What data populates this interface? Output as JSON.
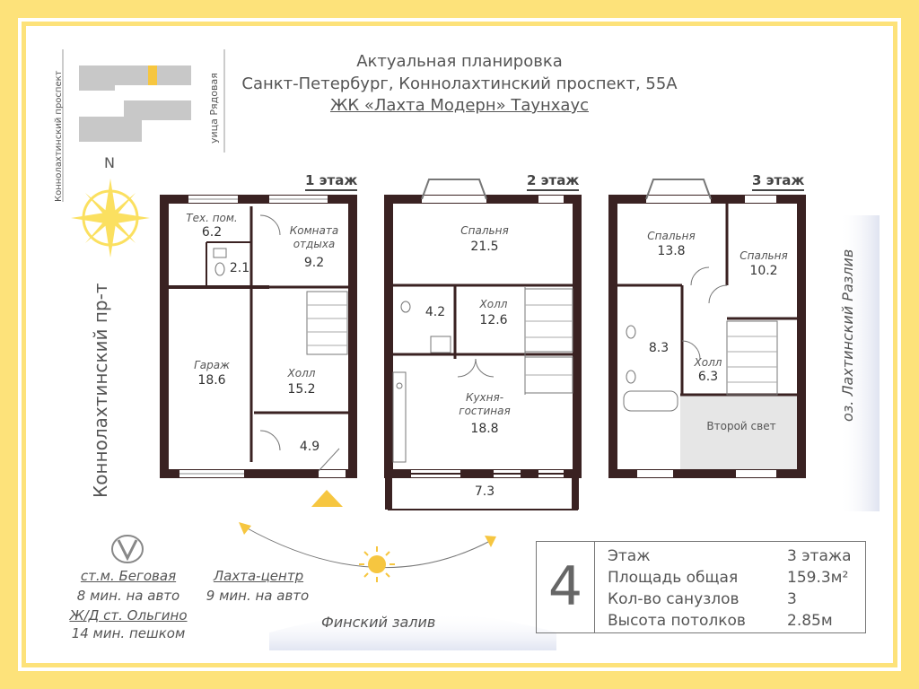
{
  "header": {
    "line1": "Актуальная планировка",
    "line2": "Санкт-Петербург, Коннолахтинский проспект, 55А",
    "line3": "ЖК «Лахта Модерн» Таунхаус"
  },
  "map": {
    "street_vertical": "Коннолахтинский проспект",
    "street_row": "уица Рядовая",
    "north": "N"
  },
  "street_big": "Коннолахтинский пр-т",
  "lake": "оз. Лахтинский Разлив",
  "gulf": "Финский залив",
  "floors": [
    {
      "label": "1 этаж",
      "rooms": [
        {
          "name": "Тех. пом.",
          "area": "6.2"
        },
        {
          "name": "",
          "area": "2.1"
        },
        {
          "name": "Комната отдыха",
          "area": "9.2"
        },
        {
          "name": "Гараж",
          "area": "18.6"
        },
        {
          "name": "Холл",
          "area": "15.2"
        },
        {
          "name": "",
          "area": "4.9"
        }
      ]
    },
    {
      "label": "2 этаж",
      "rooms": [
        {
          "name": "Спальня",
          "area": "21.5"
        },
        {
          "name": "",
          "area": "4.2"
        },
        {
          "name": "Холл",
          "area": "12.6"
        },
        {
          "name": "Кухня-гостиная",
          "area": "18.8"
        },
        {
          "name": "",
          "area": "7.3"
        }
      ]
    },
    {
      "label": "3 этаж",
      "rooms": [
        {
          "name": "Спальня",
          "area": "13.8"
        },
        {
          "name": "Спальня",
          "area": "10.2"
        },
        {
          "name": "",
          "area": "8.3"
        },
        {
          "name": "Холл",
          "area": "6.3"
        },
        {
          "name": "Второй свет",
          "area": ""
        }
      ]
    }
  ],
  "transport": {
    "metro": "ст.м. Беговая",
    "metro_time": "8 мин. на авто",
    "center": "Лахта-центр",
    "center_time": "9 мин. на авто",
    "rail": "Ж/Д ст. Ольгино",
    "rail_time": "14 мин. пешком"
  },
  "info": {
    "number": "4",
    "rows": [
      {
        "label": "Этаж",
        "value": "3 этажа"
      },
      {
        "label": "Площадь общая",
        "value": "159.3м²"
      },
      {
        "label": "Кол-во санузлов",
        "value": "3"
      },
      {
        "label": "Высота потолков",
        "value": "2.85м"
      }
    ]
  },
  "colors": {
    "frame": "#fde27a",
    "wall": "#3a2222",
    "second_light": "#e6e6e6",
    "sun": "#fbe060"
  }
}
